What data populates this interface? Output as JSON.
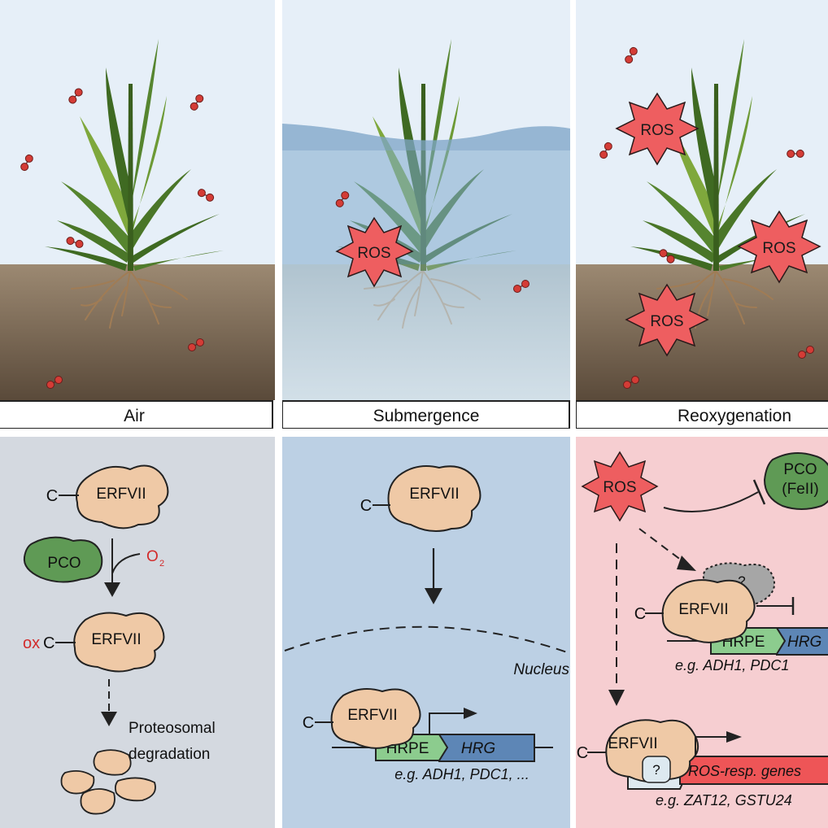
{
  "panels": {
    "air": {
      "label": "Air",
      "erf": "ERFVII",
      "c": "C",
      "pco": "PCO",
      "o2": "O",
      "o2_sub": "2",
      "ox": "ox",
      "c2": "C",
      "erf2": "ERFVII",
      "degradation_1": "Proteosomal",
      "degradation_2": "degradation"
    },
    "submergence": {
      "label": "Submergence",
      "ros": "ROS",
      "erf": "ERFVII",
      "c": "C",
      "nucleus": "Nucleus",
      "erf_nuc": "ERFVII",
      "c_nuc": "C",
      "hrpe": "HRPE",
      "hrg": "HRG",
      "examples": "e.g. ADH1, PDC1, ..."
    },
    "reoxygenation": {
      "label": "Reoxygenation",
      "ros_top": "ROS",
      "ros_right": "ROS",
      "ros_bottom": "ROS",
      "ros_signal": "ROS",
      "pco_1": "PCO",
      "pco_2": "(FeII)",
      "question_1": "?",
      "erf_1": "ERFVII",
      "c_1": "C",
      "hrpe": "HRPE",
      "hrg": "HRG",
      "examples_1": "e.g. ADH1, PDC1",
      "erf_2": "ERFVII",
      "c_2": "C",
      "question_2": "?",
      "ros_gene": "ROS-resp. genes",
      "examples_2": "e.g. ZAT12, GSTU24"
    }
  },
  "colors": {
    "sky": "#e6eff8",
    "soil": "#7b6a57",
    "water": "#8fb5d3",
    "air_panel": "#d4d9e0",
    "sub_panel": "#bcd0e4",
    "reox_panel": "#f6ced1",
    "protein": "#efc9a6",
    "pco": "#5f9a55",
    "ros": "#ee5e60",
    "oxygen": "#d43c36",
    "hrpe": "#8ccc8e",
    "hrg": "#5d86b6",
    "ros_gene": "#ee5557",
    "leaf_dark": "#3f6a22",
    "leaf_light": "#7fa83c"
  }
}
